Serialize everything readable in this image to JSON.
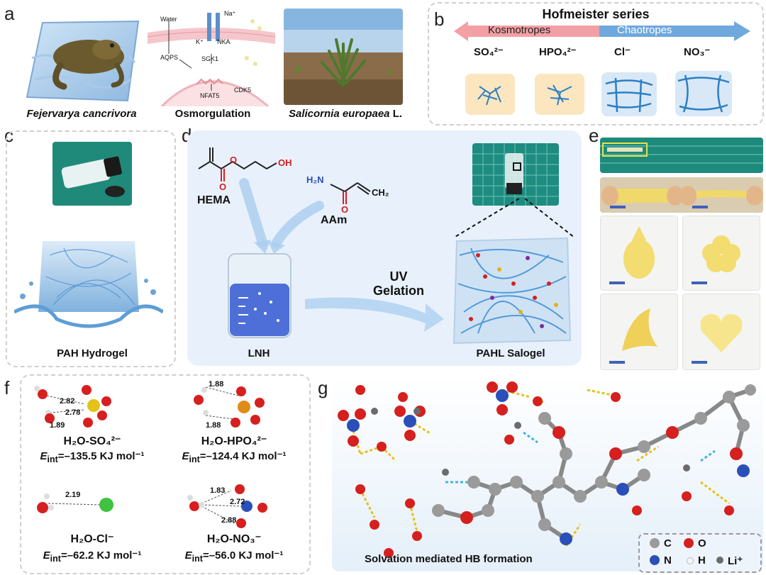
{
  "panels": {
    "a": {
      "label": "a",
      "captions": {
        "frog": "Fejervarya cancrivora",
        "osmo": "Osmorgulation",
        "plant_italic": "Salicornia europaea",
        "plant_suffix": " L."
      },
      "osmo_diagram": {
        "water": "Water",
        "na": "Na⁺",
        "k": "K⁺",
        "nka": "NKA",
        "aqps": "AQPS",
        "sgk1": "SGK1",
        "nfat5": "NFAT5",
        "cdk5": "CDK5"
      }
    },
    "b": {
      "label": "b",
      "title": "Hofmeister series",
      "left": "Kosmotropes",
      "right": "Chaotropes",
      "ions": [
        "SO₄²⁻",
        "HPO₄²⁻",
        "Cl⁻",
        "NO₃⁻"
      ]
    },
    "c": {
      "label": "c",
      "caption": "PAH Hydrogel"
    },
    "d": {
      "label": "d",
      "hema": "HEMA",
      "aam": "AAm",
      "oh": "OH",
      "h2n": "H₂N",
      "ch2": "CH₂",
      "o": "O",
      "beaker": "LNH",
      "arrow1": "UV",
      "arrow2": "Gelation",
      "product": "PAHL Salogel"
    },
    "e": {
      "label": "e"
    },
    "f": {
      "label": "f",
      "items": [
        {
          "name": "H₂O-SO₄²⁻",
          "eint_prefix": "E",
          "eint_sub": "int",
          "eint_value": "=–135.5 KJ mol⁻¹",
          "dists": [
            "2.82",
            "2.78",
            "1.89"
          ]
        },
        {
          "name": "H₂O-HPO₄²⁻",
          "eint_prefix": "E",
          "eint_sub": "int",
          "eint_value": "=–124.4 KJ mol⁻¹",
          "dists": [
            "1.88",
            "1.88"
          ]
        },
        {
          "name": "H₂O-Cl⁻",
          "eint_prefix": "E",
          "eint_sub": "int",
          "eint_value": "=–62.2 KJ mol⁻¹",
          "dists": [
            "2.19"
          ]
        },
        {
          "name": "H₂O-NO₃⁻",
          "eint_prefix": "E",
          "eint_sub": "int",
          "eint_value": "=–56.0 KJ mol⁻¹",
          "dists": [
            "1.83",
            "2.72",
            "2.88"
          ]
        }
      ]
    },
    "g": {
      "label": "g",
      "caption": "Solvation mediated HB formation",
      "legend": {
        "c": "C",
        "o": "O",
        "n": "N",
        "h": "H",
        "li": "Li⁺"
      }
    }
  },
  "colors": {
    "kosmo_arrow": "#f2a0a5",
    "chao_arrow": "#6fa8dc",
    "carbon": "#9a9a9a",
    "oxygen": "#d61f1f",
    "nitrogen": "#2a4fb8",
    "hydrogen": "#f4f4f4",
    "lithium": "#6b6b6b",
    "hbond": "#e6c21a",
    "lilink": "#45b6d6"
  }
}
